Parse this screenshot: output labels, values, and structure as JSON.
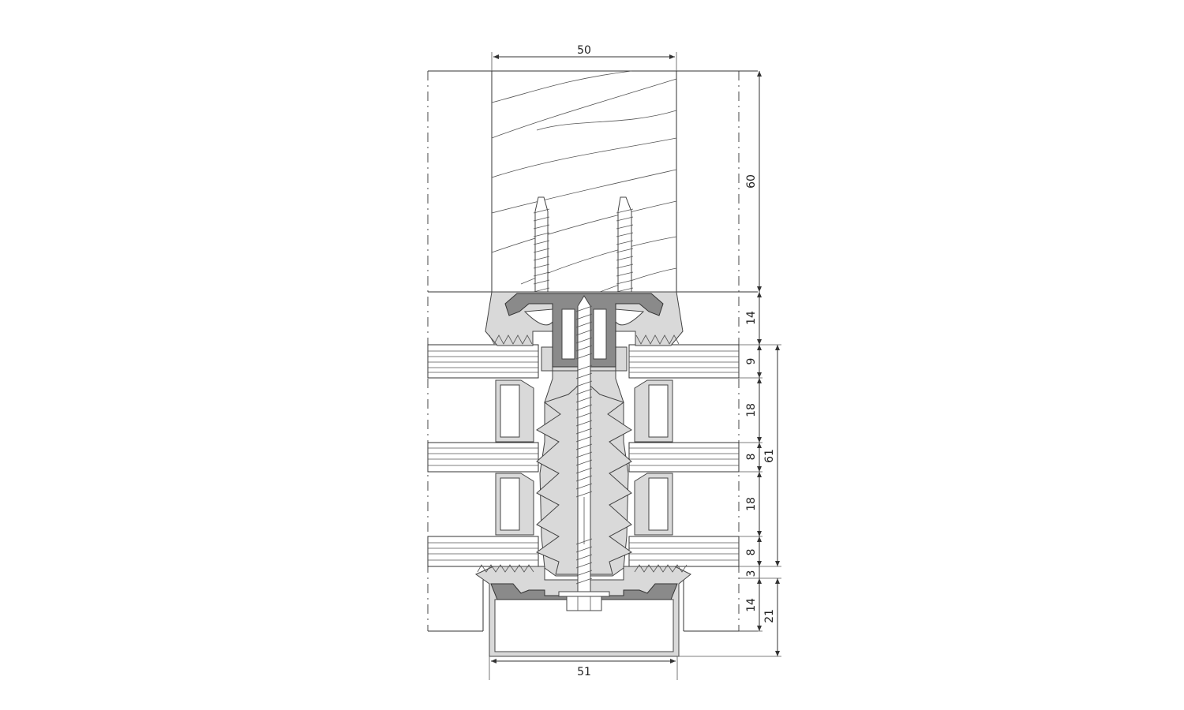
{
  "dimensions": {
    "top_width": "50",
    "timber_height": "60",
    "pressure_plate_top": "14",
    "glass_layer_1": "9",
    "cavity_1": "18",
    "glass_layer_2": "8",
    "cavity_2": "18",
    "glass_layer_3": "8",
    "gap": "3",
    "cap_depth": "14",
    "glass_total": "61",
    "cap_total": "21",
    "bottom_width": "51"
  },
  "colors": {
    "line": "#333333",
    "profile_fill": "#d9d9d9",
    "plate_fill": "#8a8a8a"
  }
}
